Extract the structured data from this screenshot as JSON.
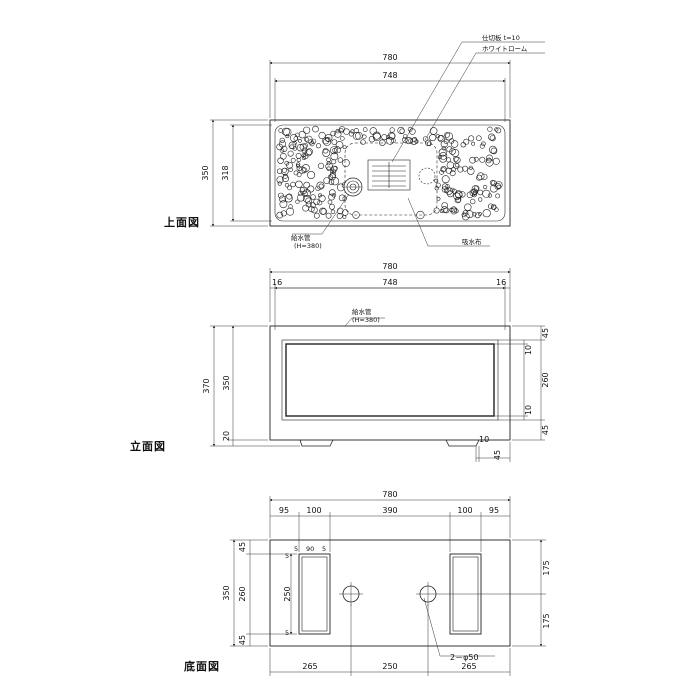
{
  "views": {
    "top": {
      "title": "上面図",
      "dims": {
        "overall_w": "780",
        "inner_w": "748",
        "overall_h": "350",
        "inner_h": "318"
      },
      "labels": {
        "partition": "仕切板 t=10",
        "foam": "ホワイトローム",
        "absorb": "吸水布",
        "pipe": "給水管",
        "pipe_h": "(H=380)"
      }
    },
    "elev": {
      "title": "立面図",
      "dims": {
        "overall_w": "780",
        "inner_w": "748",
        "side_l": "16",
        "side_r": "16",
        "overall_h": "370",
        "body_h": "350",
        "foot_h": "20",
        "r45_top": "45",
        "r10_top": "10",
        "r260": "260",
        "r10_bot": "10",
        "r45_bot": "45",
        "foot_w": "10",
        "foot_off": "45"
      },
      "labels": {
        "pipe": "給水管",
        "pipe_h": "(H=380)"
      }
    },
    "bottom": {
      "title": "底面図",
      "dims": {
        "overall_w": "780",
        "s95_l": "95",
        "s100_l": "100",
        "s390": "390",
        "s100_r": "100",
        "s95_r": "95",
        "overall_h": "350",
        "h45_top": "45",
        "h260": "260",
        "h45_bot": "45",
        "h250": "250",
        "small5_top": "5",
        "small90": "90",
        "small5_r": "5",
        "small5_bl": "5",
        "small5_tl": "5",
        "r175_top": "175",
        "r175_bot": "175",
        "b265_l": "265",
        "b250": "250",
        "b265_r": "265"
      },
      "labels": {
        "holes": "2－φ50"
      }
    }
  }
}
